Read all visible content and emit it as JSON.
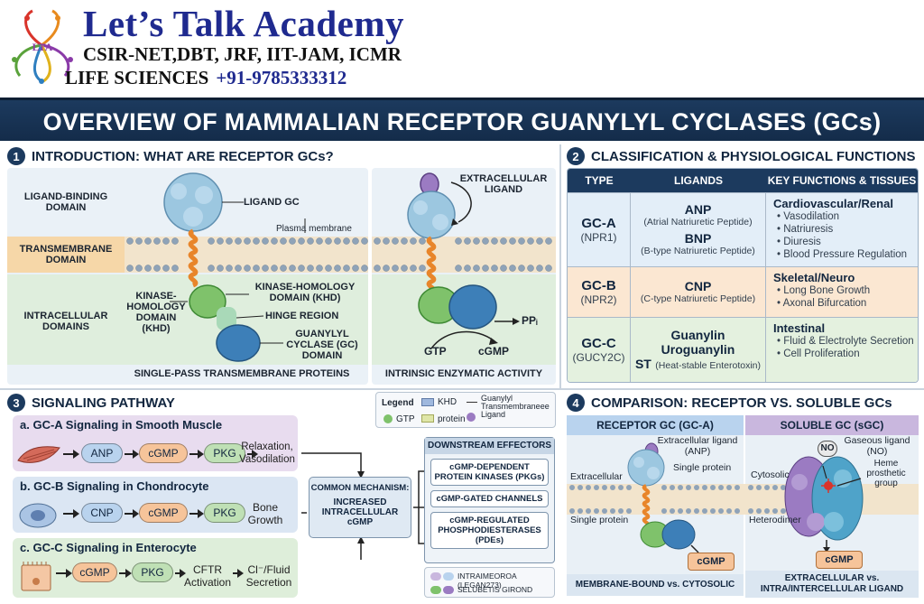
{
  "header": {
    "academy": "Let’s Talk Academy",
    "exams": "CSIR-NET,DBT, JRF, IIT-JAM, ICMR",
    "life_sciences": "LIFE SCIENCES",
    "phone": "+91-9785333312",
    "logo_text": "LTA"
  },
  "banner": "OVERVIEW OF MAMMALIAN RECEPTOR GUANYLYL CYCLASES (GCs)",
  "section1": {
    "num": "1",
    "title": "INTRODUCTION: WHAT ARE RECEPTOR GCs?",
    "ligand_binding": "LIGAND-BINDING DOMAIN",
    "transmembrane": "TRANSMEMBRANE DOMAIN",
    "intracellular": "INTRACELLULAR DOMAINS",
    "ligand_gc": "LIGAND GC",
    "plasma_membrane": "Plasma membrane",
    "khd_left": "KINASE-HOMOLOGY DOMAIN (KHD)",
    "khd_right": "KINASE-HOMOLOGY DOMAIN (KHD)",
    "hinge": "HINGE REGION",
    "gc_domain": "GUANYLYL CYCLASE (GC) DOMAIN",
    "caption_left": "SINGLE-PASS TRANSMEMBRANE PROTEINS",
    "extracellular_ligand": "EXTRACELLULAR LIGAND",
    "ppi": "PPᵢ",
    "gtp": "GTP",
    "cgmp": "cGMP",
    "caption_right": "INTRINSIC ENZYMATIC ACTIVITY"
  },
  "section2": {
    "num": "2",
    "title": "CLASSIFICATION & PHYSIOLOGICAL FUNCTIONS",
    "columns": [
      "TYPE",
      "LIGANDS",
      "KEY FUNCTIONS & TISSUES"
    ],
    "rows": [
      {
        "type": "GC-A",
        "alias": "(NPR1)",
        "bg": "#e3eef8",
        "ligands": [
          {
            "name": "ANP",
            "desc": "(Atrial Natriuretic Peptide)"
          },
          {
            "name": "BNP",
            "desc": "(B-type Natriuretic Peptide)"
          }
        ],
        "fn_title": "Cardiovascular/Renal",
        "fn_items": [
          "Vasodilation",
          "Natriuresis",
          "Diuresis",
          "Blood Pressure Regulation"
        ]
      },
      {
        "type": "GC-B",
        "alias": "(NPR2)",
        "bg": "#fbe7d2",
        "ligands": [
          {
            "name": "CNP",
            "desc": "(C-type Natriuretic Peptide)"
          }
        ],
        "fn_title": "Skeletal/Neuro",
        "fn_items": [
          "Long Bone Growth",
          "Axonal Bifurcation"
        ]
      },
      {
        "type": "GC-C",
        "alias": "(GUCY2C)",
        "bg": "#e4f1df",
        "ligands": [
          {
            "name": "Guanylin",
            "desc": ""
          },
          {
            "name": "Uroguanylin",
            "desc": ""
          },
          {
            "name": "ST",
            "desc": "(Heat-stable Enterotoxin)"
          }
        ],
        "fn_title": "Intestinal",
        "fn_items": [
          "Fluid & Electrolyte Secretion",
          "Cell Proliferation"
        ]
      }
    ]
  },
  "section3": {
    "num": "3",
    "title": "SIGNALING PATHWAY",
    "legend": {
      "title": "Legend",
      "khd": "KHD",
      "guanylyl": "Guanylyl Transmembraneee Ligand",
      "gtp": "GTP",
      "protein": "protein"
    },
    "a": {
      "title": "a. GC-A Signaling in Smooth Muscle",
      "steps": [
        "ANP",
        "cGMP",
        "PKG"
      ],
      "outcome": "Relaxation, Vasodilation",
      "bg": "#e8dcef"
    },
    "b": {
      "title": "b. GC-B Signaling in Chondrocyte",
      "steps": [
        "CNP",
        "cGMP",
        "PKG"
      ],
      "outcome": "Bone Growth",
      "bg": "#dbe6f3"
    },
    "c": {
      "title": "c. GC-C Signaling in Enterocyte",
      "steps": [
        "cGMP",
        "PKG",
        "CFTR Activation"
      ],
      "outcome": "Cl⁻/Fluid Secretion",
      "bg": "#deeeda"
    },
    "mechanism": {
      "title": "COMMON MECHANISM:",
      "body": "INCREASED INTRACELLULAR cGMP"
    },
    "effectors": {
      "title": "DOWNSTREAM EFFECTORS",
      "items": [
        "cGMP-DEPENDENT PROTEIN KINASES (PKGs)",
        "cGMP-GATED CHANNELS",
        "cGMP-REGULATED PHOSPHODIESTERASES (PDEs)"
      ]
    },
    "legend2": [
      "INTRAIMEOROA (LEGAN273)",
      "SELUBETIS GIROND"
    ]
  },
  "section4": {
    "num": "4",
    "title": "COMPARISON: RECEPTOR VS. SOLUBLE GCs",
    "left_head": "RECEPTOR GC (GC-A)",
    "right_head": "SOLUBLE GC (sGC)",
    "ext_ligand": "Extracellular ligand (ANP)",
    "extracellular": "Extracellular",
    "single_protein_top": "Single protein",
    "single_protein_bottom": "Single protein",
    "cgmp_left": "cGMP",
    "left_foot": "MEMBRANE-BOUND vs. CYTOSOLIC",
    "no": "NO",
    "gaseous": "Gaseous ligand (NO)",
    "heme": "Heme prosthetic group",
    "cytosolic": "Cytosolic",
    "heterodimer": "Heterodimer",
    "cgmp_right": "cGMP",
    "right_foot": "EXTRACELLULAR vs. INTRA/INTERCELLULAR LIGAND"
  },
  "colors": {
    "navy": "#1c3a5e",
    "helix": "#e8852a",
    "ligand": "#9cc7e0",
    "khd": "#7fc26b",
    "gc": "#3d7fb8"
  }
}
